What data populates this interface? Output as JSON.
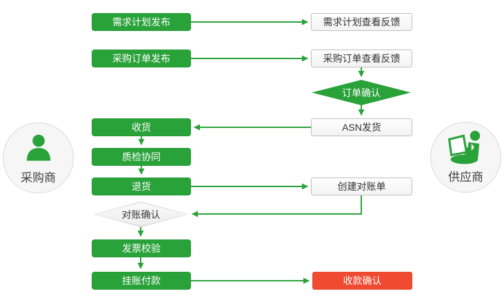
{
  "diagram_title": "procurement-collaboration-flow",
  "colors": {
    "process_green": "#2aa23a",
    "terminal_red": "#f04a30",
    "white_box_border": "#bfbfbf",
    "grey_diamond_border": "#c9c9c9",
    "dark_text": "#333333",
    "light_text": "#ffffff"
  },
  "actors": {
    "purchaser": {
      "label": "采购商",
      "icon": "person-icon"
    },
    "supplier": {
      "label": "供应商",
      "icon": "person-laptop-icon"
    }
  },
  "nodes": [
    {
      "id": "demand-plan-publish",
      "label": "需求计划发布",
      "type": "green-box"
    },
    {
      "id": "demand-plan-feedback",
      "label": "需求计划查看反馈",
      "type": "white-box"
    },
    {
      "id": "po-publish",
      "label": "采购订单发布",
      "type": "green-box"
    },
    {
      "id": "po-feedback",
      "label": "采购订单查看反馈",
      "type": "white-box"
    },
    {
      "id": "order-confirm",
      "label": "订单确认",
      "type": "green-diamond"
    },
    {
      "id": "asn-ship",
      "label": "ASN发货",
      "type": "white-box"
    },
    {
      "id": "receive-goods",
      "label": "收货",
      "type": "green-box"
    },
    {
      "id": "quality-collab",
      "label": "质检协同",
      "type": "green-box"
    },
    {
      "id": "return-goods",
      "label": "退货",
      "type": "green-box"
    },
    {
      "id": "create-statement",
      "label": "创建对账单",
      "type": "white-box"
    },
    {
      "id": "statement-confirm",
      "label": "对账确认",
      "type": "grey-diamond"
    },
    {
      "id": "invoice-check",
      "label": "发票校验",
      "type": "green-box"
    },
    {
      "id": "book-payment",
      "label": "挂账付款",
      "type": "green-box"
    },
    {
      "id": "receipt-confirm",
      "label": "收款确认",
      "type": "red-box"
    }
  ]
}
